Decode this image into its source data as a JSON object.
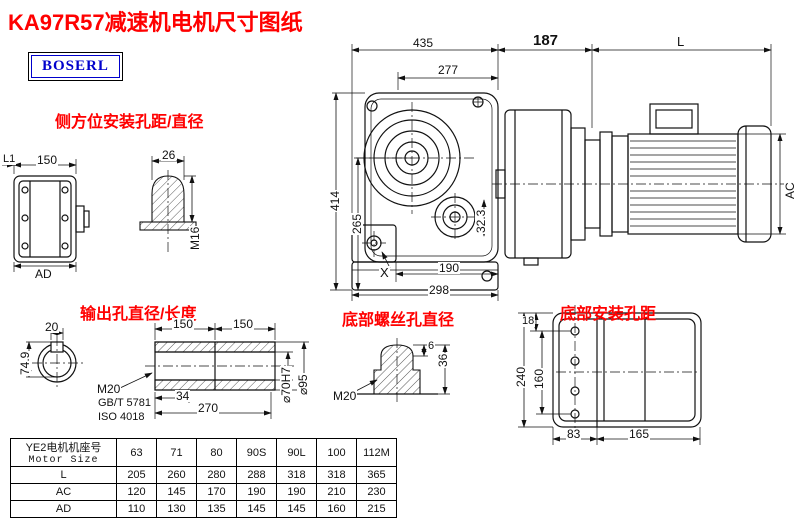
{
  "title": "KA97R57减速机电机尺寸图纸",
  "logo": "BOSERL",
  "labels": {
    "side_mount": "侧方位安装孔距/直径",
    "output_hole": "输出孔直径/长度",
    "bottom_screw": "底部螺丝孔直径",
    "bottom_mount": "底部安装孔距"
  },
  "dims": {
    "d435": "435",
    "d187": "187",
    "dL": "L",
    "d277": "277",
    "d414": "414",
    "d265": "265",
    "d32_3": "32.3",
    "d190": "190",
    "d298": "298",
    "dX": "X",
    "dAC": "AC",
    "d26": "26",
    "dM16": "M16",
    "dL1": "L1",
    "d150_side": "150",
    "dAD": "AD",
    "d20": "20",
    "d74_9": "74.9",
    "d150_a": "150",
    "d150_b": "150",
    "dM20_out": "M20",
    "gbt": "GB/T 5781",
    "iso": "ISO 4018",
    "d34": "34",
    "d270": "270",
    "phi70": "⌀70H7",
    "phi95": "⌀95",
    "d6": "6",
    "d36": "36",
    "dM20_btm": "M20",
    "d18": "18",
    "d240": "240",
    "d160": "160",
    "d83": "83",
    "d165": "165"
  },
  "table": {
    "header_cn": "YE2电机机座号",
    "header_en": "Motor Size",
    "sizes": [
      "63",
      "71",
      "80",
      "90S",
      "90L",
      "100",
      "112M"
    ],
    "rows": [
      {
        "label": "L",
        "values": [
          "205",
          "260",
          "280",
          "288",
          "318",
          "318",
          "365"
        ]
      },
      {
        "label": "AC",
        "values": [
          "120",
          "145",
          "170",
          "190",
          "190",
          "210",
          "230"
        ]
      },
      {
        "label": "AD",
        "values": [
          "110",
          "130",
          "135",
          "145",
          "145",
          "160",
          "215"
        ]
      }
    ]
  },
  "colors": {
    "accent_red": "#ff0000",
    "logo_blue": "#0000cc",
    "line": "#111111"
  }
}
